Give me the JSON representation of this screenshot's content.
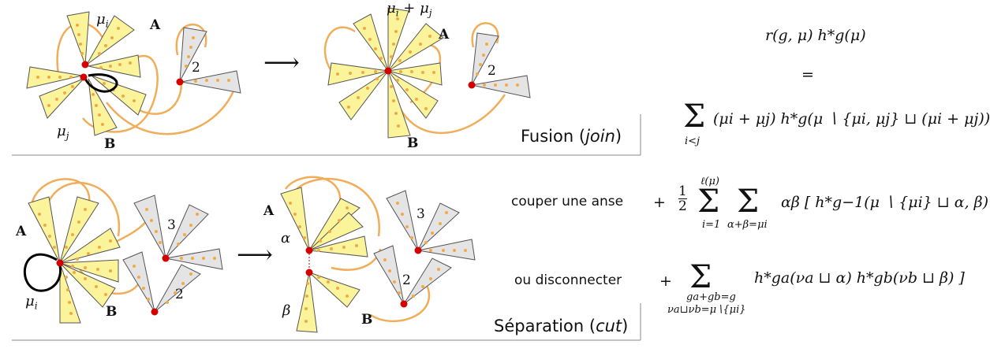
{
  "panel_top": {
    "caption_word": "Fusion",
    "caption_paren": "join",
    "left_labels": {
      "mu_i": "μ",
      "mu_i_sub": "i",
      "mu_j": "μ",
      "mu_j_sub": "j",
      "A": "A",
      "B": "B",
      "two": "2"
    },
    "right_labels": {
      "sum": "μ",
      "sum_i": "i",
      "plus": " + ",
      "sum_j": "j",
      "A": "A",
      "B": "B",
      "two": "2"
    },
    "arrow": "⟶"
  },
  "panel_bottom": {
    "caption_word": "Séparation",
    "caption_paren": "cut",
    "left_labels": {
      "A": "A",
      "B": "B",
      "mu_i": "μ",
      "mu_i_sub": "i",
      "three": "3",
      "two": "2"
    },
    "right_labels": {
      "A": "A",
      "B": "B",
      "alpha": "α",
      "beta": "β",
      "three": "3",
      "two": "2"
    },
    "arrow": "⟶"
  },
  "formula": {
    "lhs": "r(g, μ) h*g(μ)",
    "equals": "=",
    "term1": "(μi + μj) h*g(μ ∖ {μi, μj} ⊔ (μi + μj))",
    "term1_sum_index": "i<j",
    "label_cut_handle": "couper une anse",
    "label_disconnect": "ou disconnecter",
    "plus": "+",
    "half_num": "1",
    "half_den": "2",
    "term2_upper": "ℓ(μ)",
    "term2_lower1": "i=1",
    "term2_lower2": "α+β=μi",
    "term2_body": "αβ [ h*g−1(μ ∖ {μi} ⊔ α, β)",
    "term3_lower1": "ga+gb=g",
    "term3_lower2": "νa⊔νb=μ∖{μi}",
    "term3_body": "h*ga(νa ⊔ α) h*gb(νb ⊔ β) ]"
  }
}
